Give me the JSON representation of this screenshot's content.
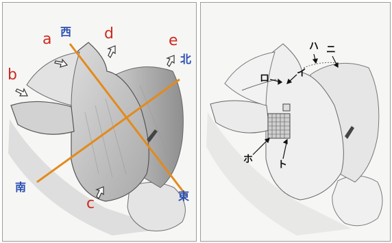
{
  "left_panel": {
    "view_letters": {
      "a": "a",
      "b": "b",
      "c": "c",
      "d": "d",
      "e": "e"
    },
    "directions": {
      "west": "西",
      "north": "北",
      "south": "南",
      "east": "東"
    }
  },
  "right_panel": {
    "callouts": {
      "i": "イ",
      "ro": "ロ",
      "ha": "ハ",
      "ni": "ニ",
      "ho": "ホ",
      "to": "ト"
    }
  },
  "colors": {
    "axis": "#e38a1c",
    "letter": "#cc2a20",
    "direction": "#2b4fb2"
  }
}
